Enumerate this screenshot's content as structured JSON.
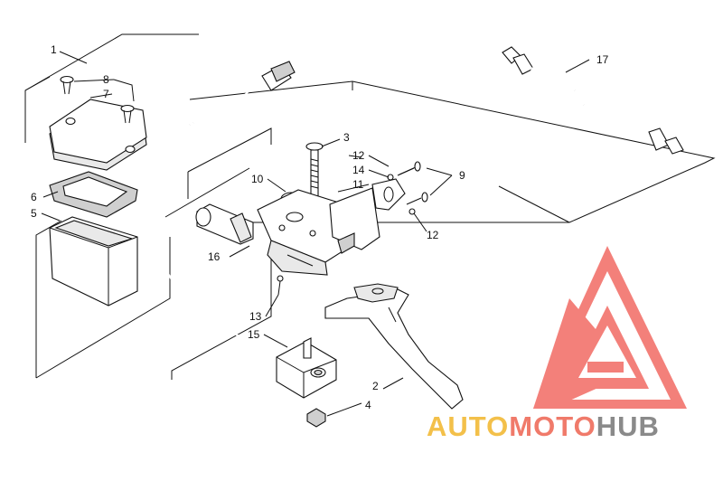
{
  "diagram": {
    "callouts": {
      "c1": "1",
      "c2": "2",
      "c3": "3",
      "c4": "4",
      "c5": "5",
      "c6": "6",
      "c7": "7",
      "c8": "8",
      "c9": "9",
      "c10": "10",
      "c11": "11",
      "c12a": "12",
      "c12b": "12",
      "c13": "13",
      "c14": "14",
      "c15": "15",
      "c16": "16",
      "c17": "17"
    }
  },
  "watermark": {
    "part1": "AUTO",
    "part2": "MOTO",
    "part3": "HUB",
    "colors": {
      "auto": "#f3c04a",
      "moto": "#f07a6a",
      "hub": "#8a8a8a",
      "logo": "#f26a63"
    }
  }
}
